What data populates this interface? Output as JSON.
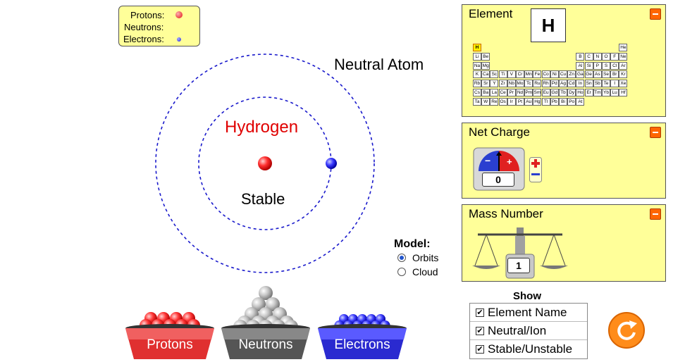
{
  "legend": {
    "protons_label": "Protons:",
    "neutrons_label": "Neutrons:",
    "electrons_label": "Electrons:"
  },
  "atom": {
    "title": "Neutral Atom",
    "element_name": "Hydrogen",
    "stability": "Stable"
  },
  "element_panel": {
    "title": "Element",
    "symbol": "H",
    "selected": "H",
    "table": [
      {
        "s": "H",
        "r": 0,
        "c": 0
      },
      {
        "s": "He",
        "r": 0,
        "c": 17
      },
      {
        "s": "Li",
        "r": 1,
        "c": 0
      },
      {
        "s": "Be",
        "r": 1,
        "c": 1
      },
      {
        "s": "B",
        "r": 1,
        "c": 12
      },
      {
        "s": "C",
        "r": 1,
        "c": 13
      },
      {
        "s": "N",
        "r": 1,
        "c": 14
      },
      {
        "s": "O",
        "r": 1,
        "c": 15
      },
      {
        "s": "F",
        "r": 1,
        "c": 16
      },
      {
        "s": "Ne",
        "r": 1,
        "c": 17
      },
      {
        "s": "Na",
        "r": 2,
        "c": 0
      },
      {
        "s": "Mg",
        "r": 2,
        "c": 1
      },
      {
        "s": "Al",
        "r": 2,
        "c": 12
      },
      {
        "s": "Si",
        "r": 2,
        "c": 13
      },
      {
        "s": "P",
        "r": 2,
        "c": 14
      },
      {
        "s": "S",
        "r": 2,
        "c": 15
      },
      {
        "s": "Cl",
        "r": 2,
        "c": 16
      },
      {
        "s": "Ar",
        "r": 2,
        "c": 17
      },
      {
        "s": "K",
        "r": 3,
        "c": 0
      },
      {
        "s": "Ca",
        "r": 3,
        "c": 1
      },
      {
        "s": "Sc",
        "r": 3,
        "c": 2
      },
      {
        "s": "Ti",
        "r": 3,
        "c": 3
      },
      {
        "s": "V",
        "r": 3,
        "c": 4
      },
      {
        "s": "Cr",
        "r": 3,
        "c": 5
      },
      {
        "s": "Mn",
        "r": 3,
        "c": 6
      },
      {
        "s": "Fe",
        "r": 3,
        "c": 7
      },
      {
        "s": "Co",
        "r": 3,
        "c": 8
      },
      {
        "s": "Ni",
        "r": 3,
        "c": 9
      },
      {
        "s": "Cu",
        "r": 3,
        "c": 10
      },
      {
        "s": "Zn",
        "r": 3,
        "c": 11
      },
      {
        "s": "Ga",
        "r": 3,
        "c": 12
      },
      {
        "s": "Ge",
        "r": 3,
        "c": 13
      },
      {
        "s": "As",
        "r": 3,
        "c": 14
      },
      {
        "s": "Se",
        "r": 3,
        "c": 15
      },
      {
        "s": "Br",
        "r": 3,
        "c": 16
      },
      {
        "s": "Kr",
        "r": 3,
        "c": 17
      },
      {
        "s": "Rb",
        "r": 4,
        "c": 0
      },
      {
        "s": "Sr",
        "r": 4,
        "c": 1
      },
      {
        "s": "Y",
        "r": 4,
        "c": 2
      },
      {
        "s": "Zr",
        "r": 4,
        "c": 3
      },
      {
        "s": "Nb",
        "r": 4,
        "c": 4
      },
      {
        "s": "Mo",
        "r": 4,
        "c": 5
      },
      {
        "s": "Tc",
        "r": 4,
        "c": 6
      },
      {
        "s": "Ru",
        "r": 4,
        "c": 7
      },
      {
        "s": "Rh",
        "r": 4,
        "c": 8
      },
      {
        "s": "Pd",
        "r": 4,
        "c": 9
      },
      {
        "s": "Ag",
        "r": 4,
        "c": 10
      },
      {
        "s": "Cd",
        "r": 4,
        "c": 11
      },
      {
        "s": "In",
        "r": 4,
        "c": 12
      },
      {
        "s": "Sn",
        "r": 4,
        "c": 13
      },
      {
        "s": "Sb",
        "r": 4,
        "c": 14
      },
      {
        "s": "Te",
        "r": 4,
        "c": 15
      },
      {
        "s": "I",
        "r": 4,
        "c": 16
      },
      {
        "s": "Xe",
        "r": 4,
        "c": 17
      },
      {
        "s": "Cs",
        "r": 5,
        "c": 0
      },
      {
        "s": "Ba",
        "r": 5,
        "c": 1
      },
      {
        "s": "La",
        "r": 5,
        "c": 2
      },
      {
        "s": "Ce",
        "r": 5,
        "c": 3
      },
      {
        "s": "Pr",
        "r": 5,
        "c": 4
      },
      {
        "s": "Nd",
        "r": 5,
        "c": 5
      },
      {
        "s": "Pm",
        "r": 5,
        "c": 6
      },
      {
        "s": "Sm",
        "r": 5,
        "c": 7
      },
      {
        "s": "Eu",
        "r": 5,
        "c": 8
      },
      {
        "s": "Gd",
        "r": 5,
        "c": 9
      },
      {
        "s": "Tb",
        "r": 5,
        "c": 10
      },
      {
        "s": "Dy",
        "r": 5,
        "c": 11
      },
      {
        "s": "Ho",
        "r": 5,
        "c": 12
      },
      {
        "s": "Er",
        "r": 5,
        "c": 13
      },
      {
        "s": "Tm",
        "r": 5,
        "c": 14
      },
      {
        "s": "Yb",
        "r": 5,
        "c": 15
      },
      {
        "s": "Lu",
        "r": 5,
        "c": 16
      },
      {
        "s": "Hf",
        "r": 5,
        "c": 17
      },
      {
        "s": "Ta",
        "r": 6,
        "c": 0
      },
      {
        "s": "W",
        "r": 6,
        "c": 1
      },
      {
        "s": "Re",
        "r": 6,
        "c": 2
      },
      {
        "s": "Os",
        "r": 6,
        "c": 3
      },
      {
        "s": "Ir",
        "r": 6,
        "c": 4
      },
      {
        "s": "Pt",
        "r": 6,
        "c": 5
      },
      {
        "s": "Au",
        "r": 6,
        "c": 6
      },
      {
        "s": "Hg",
        "r": 6,
        "c": 7
      },
      {
        "s": "Tl",
        "r": 6,
        "c": 8
      },
      {
        "s": "Pb",
        "r": 6,
        "c": 9
      },
      {
        "s": "Bi",
        "r": 6,
        "c": 10
      },
      {
        "s": "Po",
        "r": 6,
        "c": 11
      },
      {
        "s": "At",
        "r": 6,
        "c": 12
      }
    ]
  },
  "net_charge_panel": {
    "title": "Net Charge",
    "value": "0"
  },
  "mass_number_panel": {
    "title": "Mass Number",
    "value": "1"
  },
  "model": {
    "title": "Model:",
    "options": [
      {
        "label": "Orbits",
        "selected": true
      },
      {
        "label": "Cloud",
        "selected": false
      }
    ]
  },
  "show": {
    "title": "Show",
    "options": [
      {
        "label": "Element Name",
        "checked": true
      },
      {
        "label": "Neutral/Ion",
        "checked": true
      },
      {
        "label": "Stable/Unstable",
        "checked": true
      }
    ]
  },
  "buckets": {
    "protons": "Protons",
    "neutrons": "Neutrons",
    "electrons": "Electrons"
  },
  "colors": {
    "panel_bg": "#ffff99",
    "proton": "#ff3b3b",
    "neutron": "#bdbdbd",
    "electron": "#3a3aff",
    "orange_button": "#ff8c1a",
    "orbit": "#1a1acc"
  },
  "icons": {
    "reset": "reset-icon",
    "collapse": "minus-icon",
    "charge_meter": "charge-meter-icon",
    "scale": "scale-icon"
  }
}
